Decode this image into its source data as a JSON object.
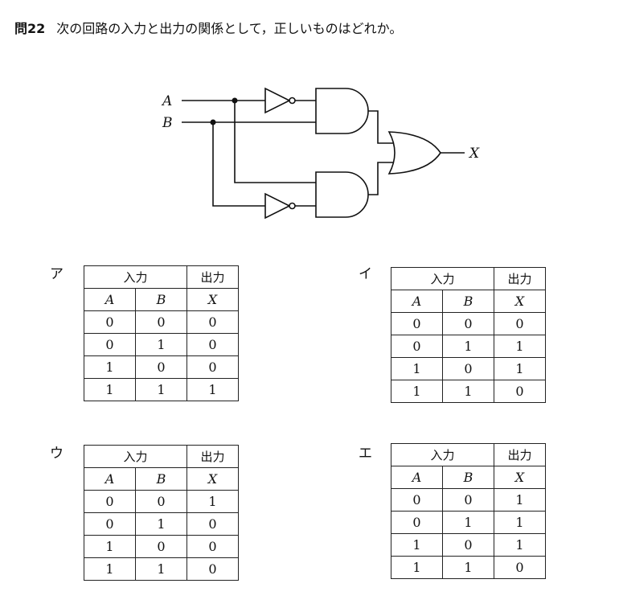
{
  "question": {
    "number": "問22",
    "text": "次の回路の入力と出力の関係として，正しいものはどれか。"
  },
  "circuit": {
    "input_a": "A",
    "input_b": "B",
    "output": "X"
  },
  "options": [
    {
      "label": "ア",
      "header_input": "入力",
      "header_output": "出力",
      "col_a": "A",
      "col_b": "B",
      "col_x": "X",
      "rows": [
        [
          "0",
          "0",
          "0"
        ],
        [
          "0",
          "1",
          "0"
        ],
        [
          "1",
          "0",
          "0"
        ],
        [
          "1",
          "1",
          "1"
        ]
      ]
    },
    {
      "label": "イ",
      "header_input": "入力",
      "header_output": "出力",
      "col_a": "A",
      "col_b": "B",
      "col_x": "X",
      "rows": [
        [
          "0",
          "0",
          "0"
        ],
        [
          "0",
          "1",
          "1"
        ],
        [
          "1",
          "0",
          "1"
        ],
        [
          "1",
          "1",
          "0"
        ]
      ]
    },
    {
      "label": "ウ",
      "header_input": "入力",
      "header_output": "出力",
      "col_a": "A",
      "col_b": "B",
      "col_x": "X",
      "rows": [
        [
          "0",
          "0",
          "1"
        ],
        [
          "0",
          "1",
          "0"
        ],
        [
          "1",
          "0",
          "0"
        ],
        [
          "1",
          "1",
          "0"
        ]
      ]
    },
    {
      "label": "エ",
      "header_input": "入力",
      "header_output": "出力",
      "col_a": "A",
      "col_b": "B",
      "col_x": "X",
      "rows": [
        [
          "0",
          "0",
          "1"
        ],
        [
          "0",
          "1",
          "1"
        ],
        [
          "1",
          "0",
          "1"
        ],
        [
          "1",
          "1",
          "0"
        ]
      ]
    }
  ]
}
